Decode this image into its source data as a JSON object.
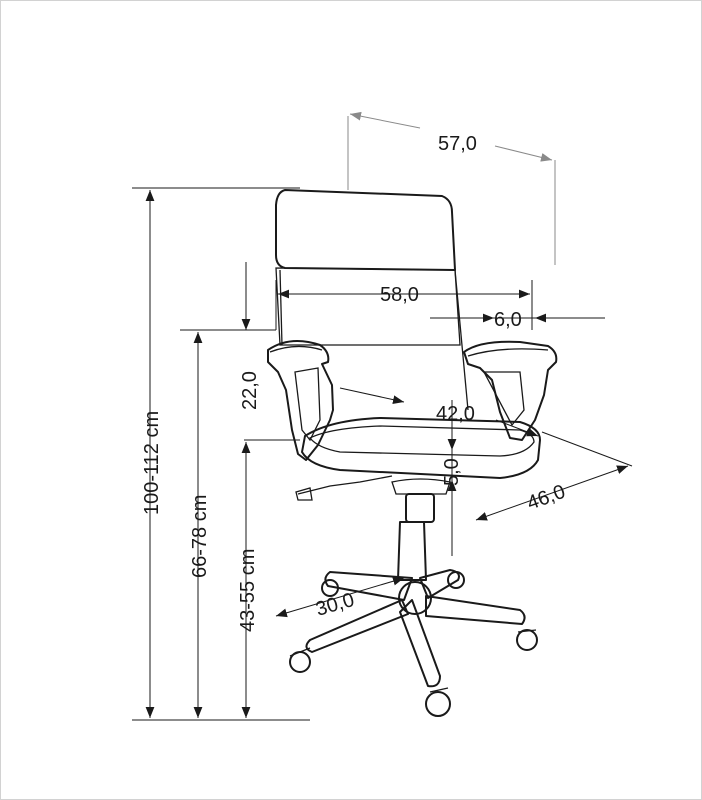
{
  "diagram": {
    "dimensions": {
      "total_height": "100-112 cm",
      "armrest_height": "66-78 cm",
      "seat_height": "43-55 cm",
      "backrest_to_arm": "22,0",
      "depth": "57,0",
      "arm_width": "58,0",
      "arm_pad": "6,0",
      "seat_width": "42,0",
      "seat_thickness": "5,0",
      "seat_depth": "46,0",
      "base_radius": "30,0"
    },
    "colors": {
      "line": "#1a1a1a",
      "grey_arrow": "#8a8a8a",
      "background": "#ffffff"
    }
  }
}
